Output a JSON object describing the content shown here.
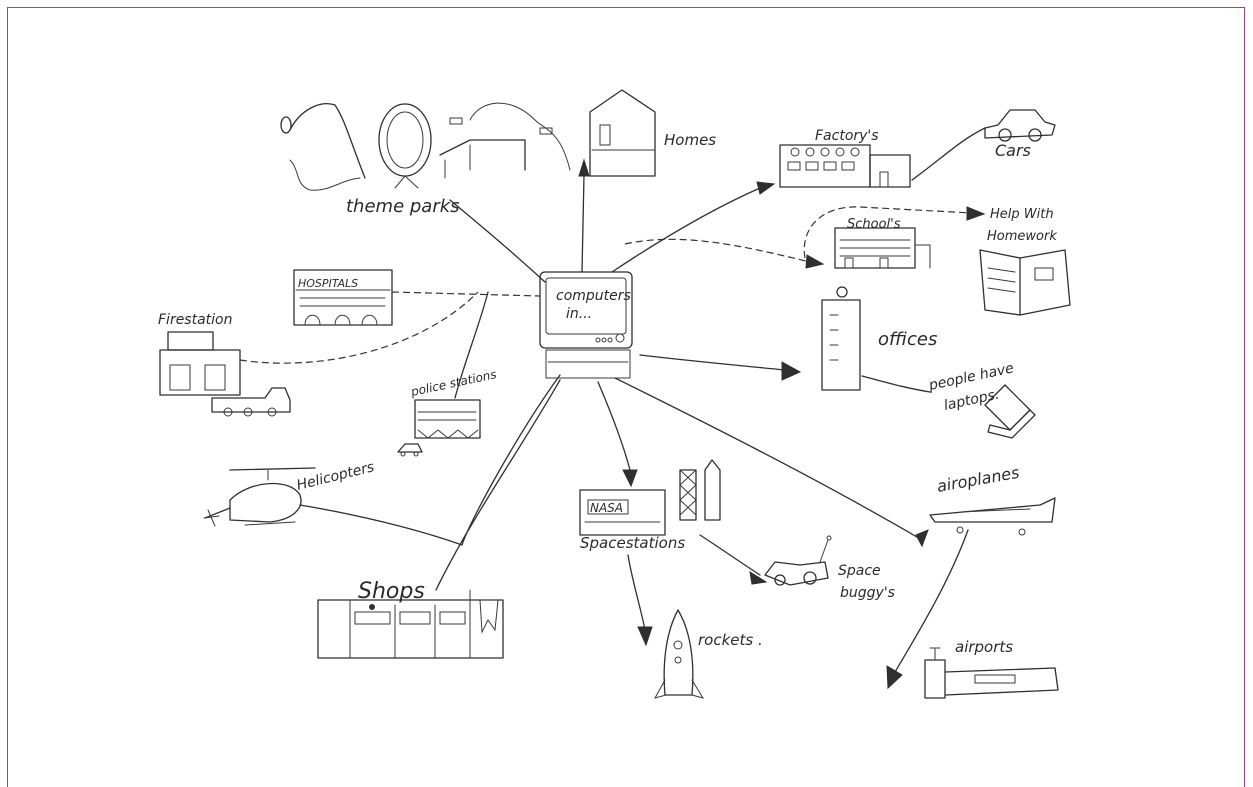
{
  "center": {
    "line1": "computers",
    "line2": "in..."
  },
  "nodes": {
    "homes": "Homes",
    "theme_parks": "theme parks",
    "factorys": "Factory's",
    "cars": "Cars",
    "schools": "School's",
    "help_homework_1": "Help With",
    "help_homework_2": "Homework",
    "hospitals": "HOSPITALS",
    "firestation": "Firestation",
    "offices": "offices",
    "people_laptops_1": "people have",
    "people_laptops_2": "laptops.",
    "police_stations": "police stations",
    "helicopters": "Helicopters",
    "airoplanes": "airoplanes",
    "nasa": "NASA",
    "spacestations": "Spacestations",
    "space_buggys_1": "Space",
    "space_buggys_2": "buggy's",
    "shops": "Shops",
    "rockets": "rockets .",
    "airports": "airports"
  },
  "colors": {
    "ink": "#2f2f2f",
    "frame": "#9b3fa3",
    "paper": "#ffffff"
  }
}
